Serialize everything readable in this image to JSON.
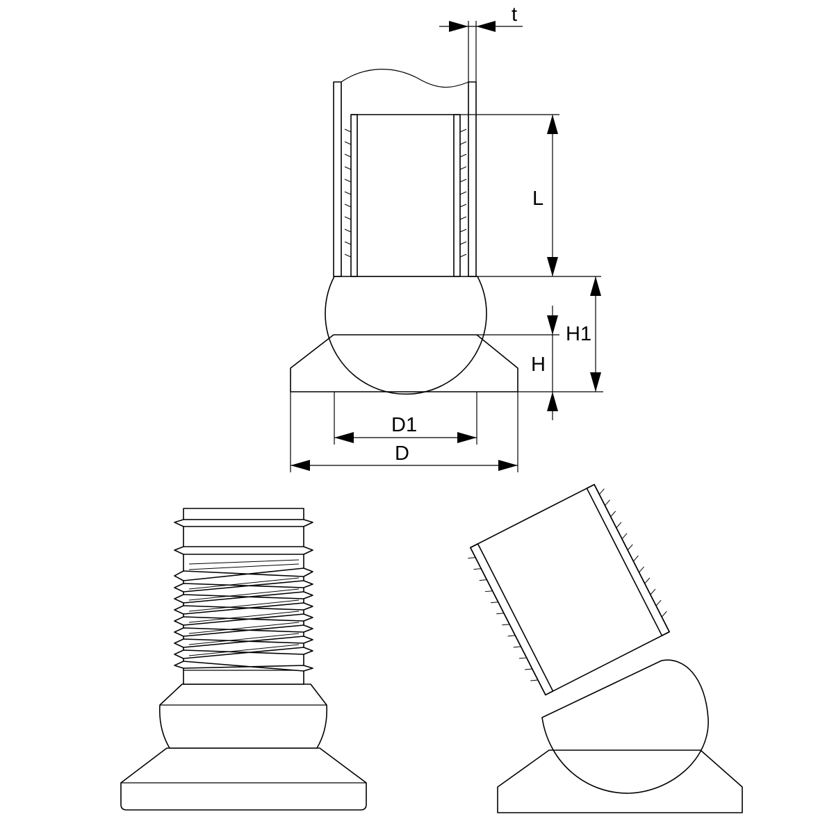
{
  "labels": {
    "t": "t",
    "L": "L",
    "H1": "H1",
    "H": "H",
    "D1": "D1",
    "D": "D"
  }
}
